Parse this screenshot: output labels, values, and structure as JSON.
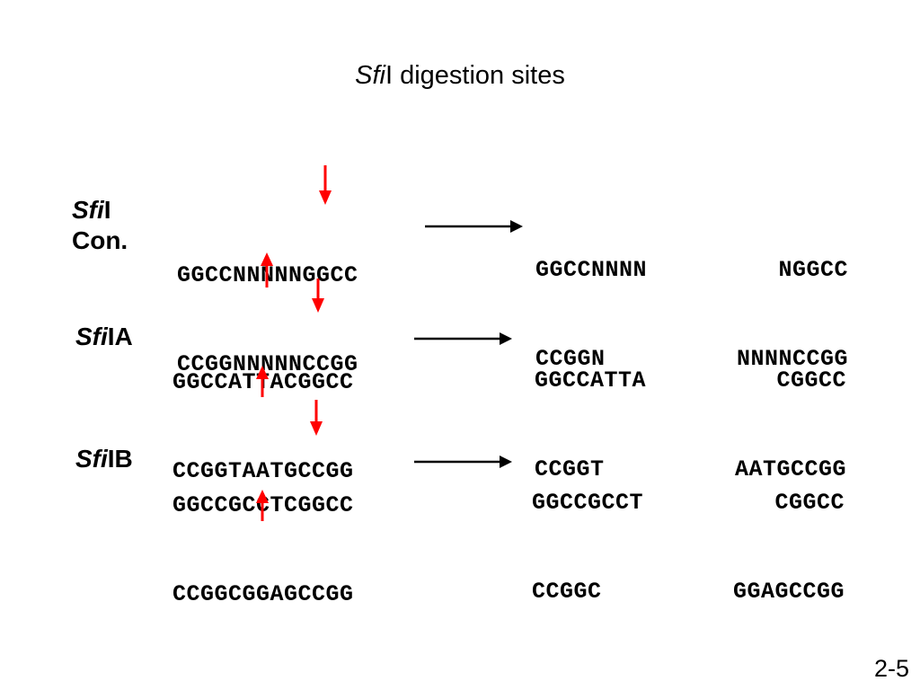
{
  "title": {
    "italic": "Sfi",
    "rest": "I digestion sites"
  },
  "page_number": "2-5",
  "rows": [
    {
      "label_italic": "Sfi",
      "label_rest": "I",
      "label_line2": "Con.",
      "top": "GGCCNNNNNGGCC",
      "bottom": "CCGGNNNNNCCGG",
      "product_left_top": "GGCCNNNN",
      "product_left_bottom": "CCGGN",
      "product_right_top": "NGGCC",
      "product_right_bottom": "NNNNCCGG"
    },
    {
      "label_italic": "Sfi",
      "label_rest": "IA",
      "top": "GGCCATTACGGCC",
      "bottom": "CCGGTAATGCCGG",
      "product_left_top": "GGCCATTA",
      "product_left_bottom": "CCGGT",
      "product_right_top": "CGGCC",
      "product_right_bottom": "AATGCCGG"
    },
    {
      "label_italic": "Sfi",
      "label_rest": "IB",
      "top": "GGCCGCCTCGGCC",
      "bottom": "CCGGCGGAGCCGG",
      "product_left_top": "GGCCGCCT",
      "product_left_bottom": "CCGGC",
      "product_right_top": "CGGCC",
      "product_right_bottom": "GGAGCCGG"
    }
  ],
  "colors": {
    "cut_arrow": "#ff0000",
    "reaction_arrow": "#000000"
  }
}
